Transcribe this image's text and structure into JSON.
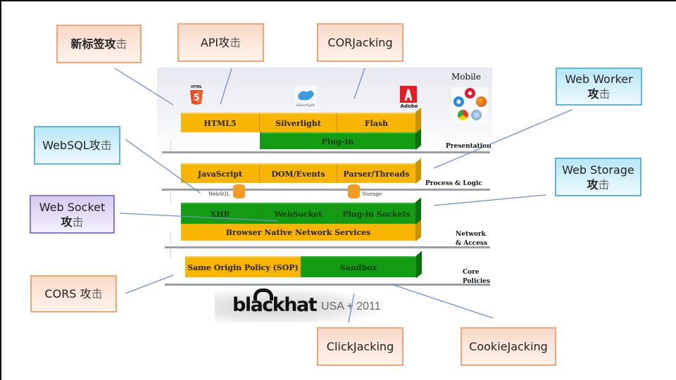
{
  "attack_boxes": {
    "new_tab": {
      "main": "新标签攻",
      "tail": "击"
    },
    "api": {
      "main": "API攻",
      "tail": "击"
    },
    "corjacking": {
      "label": "CORJacking"
    },
    "web_worker": {
      "line1": "Web Worker",
      "main": "攻",
      "tail": "击"
    },
    "websql": {
      "main": "WebSQL攻",
      "tail": "击"
    },
    "web_storage": {
      "line1": "Web Storage",
      "main": "攻",
      "tail": "击"
    },
    "web_socket": {
      "line1": "Web Socket",
      "main": "攻",
      "tail": "击"
    },
    "cors": {
      "main": "CORS 攻",
      "tail": "击"
    },
    "clickjacking": {
      "label": "ClickJacking"
    },
    "cookiejacking": {
      "label": "CookieJacking"
    }
  },
  "architecture": {
    "presentation": {
      "items": [
        "HTML5",
        "Silverlight",
        "Flash"
      ],
      "plugin": "Plug-In",
      "layer_label": "Presentation"
    },
    "process": {
      "items": [
        "JavaScript",
        "DOM/Events",
        "Parser/Threads"
      ],
      "layer_label": "Process & Logic"
    },
    "storage": {
      "websql": "WebSQL",
      "storage": "Storage"
    },
    "network": {
      "items": [
        "XHR",
        "WebSocket",
        "Plug-in Sockets"
      ],
      "services": "Browser Native  Network Services",
      "layer_label_1": "Network",
      "layer_label_2": "& Access"
    },
    "core": {
      "sop": "Same Origin Policy (SOP)",
      "sandbox": "Sandbox",
      "layer_label_1": "Core",
      "layer_label_2": "Policies"
    },
    "mobile_label": "Mobile",
    "logos": {
      "html5": "HTML",
      "silverlight": "Silverlight",
      "adobe": "Adobe"
    }
  },
  "footer": {
    "brand": "blackhat",
    "event": "USA + 2011"
  },
  "colors": {
    "yellow": "#f7b500",
    "green": "#139b14",
    "orange_border": "#f3a57a",
    "blue_border": "#5fb5d4",
    "purple_border": "#8b78c7",
    "connector": "#6f8fc4"
  }
}
